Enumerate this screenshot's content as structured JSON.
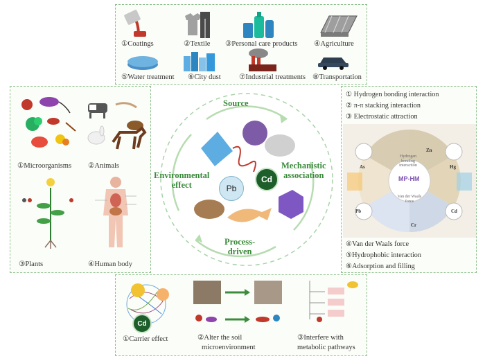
{
  "top": {
    "items": [
      "①Coatings",
      "②Textile",
      "③Personal care products",
      "④Agriculture",
      "⑤Water treatment",
      "⑥City dust",
      "⑦Industrial treatments",
      "⑧Transportation"
    ]
  },
  "left": {
    "items": [
      "①Microorganisms",
      "②Animals",
      "③Plants",
      "④Human body"
    ]
  },
  "center": {
    "source": "Source",
    "mechanistic_1": "Mechanistic",
    "mechanistic_2": "association",
    "process_1": "Process-",
    "process_2": "driven",
    "env_1": "Environmental",
    "env_2": "effect",
    "pb": "Pb",
    "cd": "Cd"
  },
  "right": {
    "top_items": [
      "① Hydrogen bonding interaction",
      "② π-π stacking interaction",
      "③ Electrostatic attraction"
    ],
    "bottom_items": [
      "④Van der Waals force",
      "⑤Hydrophobic interaction",
      "⑥Adsorption and filling"
    ],
    "wheel_center": "MP-HM",
    "seg_1": "Hydrogen bonding interaction",
    "seg_2": "Van der Waals force",
    "metals": [
      "Zn",
      "Hg",
      "Cd",
      "Cr",
      "Pb",
      "As"
    ]
  },
  "bottom": {
    "items": [
      "①Carrier effect",
      "②Alter the soil",
      "microenvironment",
      "③Interfere with",
      "metabolic pathways"
    ],
    "cd": "Cd"
  },
  "colors": {
    "border": "#8cc08c",
    "accent_green": "#3d8c3d",
    "cd_fill": "#1d5e2a",
    "pb_fill": "#cfe7f2"
  }
}
